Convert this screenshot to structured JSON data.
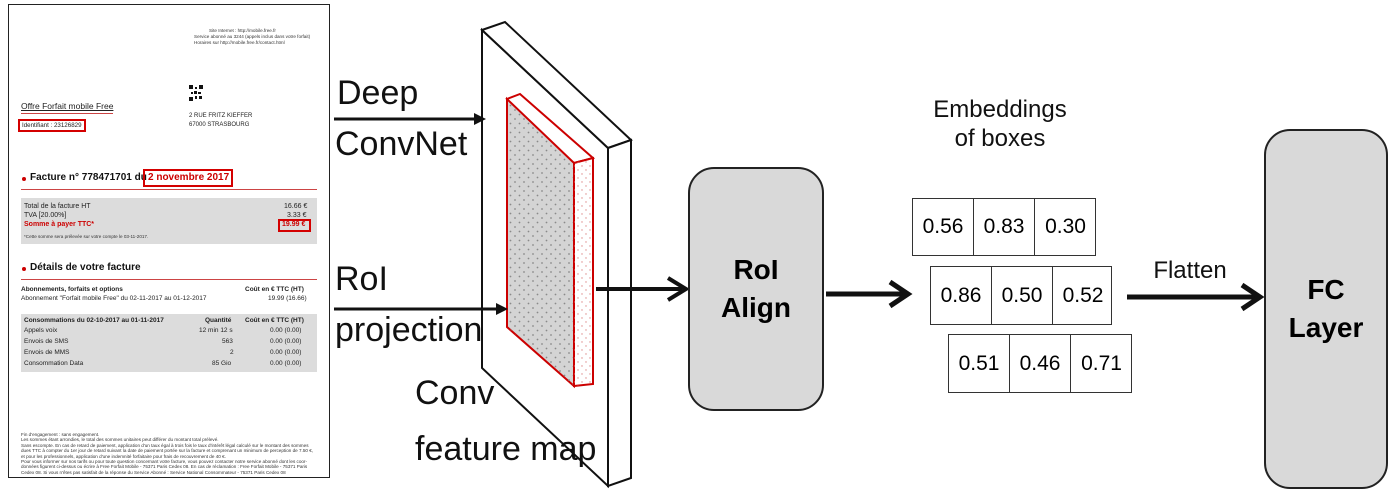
{
  "invoice": {
    "site_line": "Site Internet : http://mobile.free.fr",
    "service_line": "Service abonné au 3244 (appels inclus dans votre forfait)",
    "hours_line": "Horaires sur http://mobile.free.fr/contact.html",
    "offer": "Offre Forfait mobile Free",
    "identifiant": "Identifiant : 23126829",
    "address_1": "2 RUE FRITZ KIEFFER",
    "address_2": "67000 STRASBOURG",
    "facture_prefix": "Facture n° 778471701 du",
    "facture_date": "2 novembre 2017",
    "totals": [
      {
        "label": "Total de la facture HT",
        "value": "16.66 €"
      },
      {
        "label": "TVA [20.00%]",
        "value": "3.33 €"
      }
    ],
    "somme_label": "Somme à payer TTC*",
    "somme_value": "19.99 €",
    "somme_note": "*Cette somme sera prélevée sur votre compte le 03-11-2017.",
    "details_title": "Détails de votre facture",
    "abo_header": "Abonnements, forfaits et options",
    "cost_header": "Coût en € TTC (HT)",
    "abo_line": "Abonnement \"Forfait mobile Free\" du 02-11-2017 au 01-12-2017",
    "abo_value": "19.99 (16.66)",
    "conso_header": "Consommations du 02-10-2017 au 01-11-2017",
    "qty_header": "Quantité",
    "conso_rows": [
      {
        "label": "Appels voix",
        "qty": "12 min 12 s",
        "cost": "0.00 (0.00)"
      },
      {
        "label": "Envois de SMS",
        "qty": "563",
        "cost": "0.00 (0.00)"
      },
      {
        "label": "Envois de MMS",
        "qty": "2",
        "cost": "0.00 (0.00)"
      },
      {
        "label": "Consommation Data",
        "qty": "85 Gio",
        "cost": "0.00 (0.00)"
      }
    ],
    "footer_lines": [
      "Fin d'engagement : sans engagement.",
      "Les sommes étant arrondies, le total des sommes unitaires peut différer du montant total prélevé.",
      "Sans escompte. En cas de retard de paiement, application d'un taux égal à trois fois le taux d'intérêt légal calculé sur le montant des sommes",
      "dues TTC à compter du 1er jour de retard suivant la date de paiement portée sur la facture et comprenant un minimum de perception de 7.50 €,",
      "et pour les professionnels, application d'une indemnité forfaitaire pour frais de recouvrement de 40 €.",
      "Pour vous informer sur nos tarifs ou pour toute question concernant votre facture, vous pouvez contacter notre service abonné dont les coor-",
      "données figurent ci-dessus ou écrire à Free Forfait Mobile - 75371 Paris Cedex 08. En cas de réclamation : Free Forfait Mobile - 75371 Paris",
      "Cedex 08. Si vous n'êtes pas satisfait de la réponse du Service Abonné : Service National Consommateur - 75371 Paris Cedex 08"
    ]
  },
  "labels": {
    "deep_convnet_1": "Deep",
    "deep_convnet_2": "ConvNet",
    "roi_projection_1": "RoI",
    "roi_projection_2": "projection",
    "conv_map_1": "Conv",
    "conv_map_2": "feature map",
    "embeddings_1": "Embeddings",
    "embeddings_2": "of boxes",
    "flatten": "Flatten"
  },
  "nodes": {
    "roi_align_1": "RoI",
    "roi_align_2": "Align",
    "fc_1": "FC",
    "fc_2": "Layer"
  },
  "embeddings": [
    [
      "0.56",
      "0.83",
      "0.30"
    ],
    [
      "0.86",
      "0.50",
      "0.52"
    ],
    [
      "0.51",
      "0.46",
      "0.71"
    ]
  ],
  "colors": {
    "highlight_red": "#d40000",
    "node_fill": "#d9d9d9"
  }
}
